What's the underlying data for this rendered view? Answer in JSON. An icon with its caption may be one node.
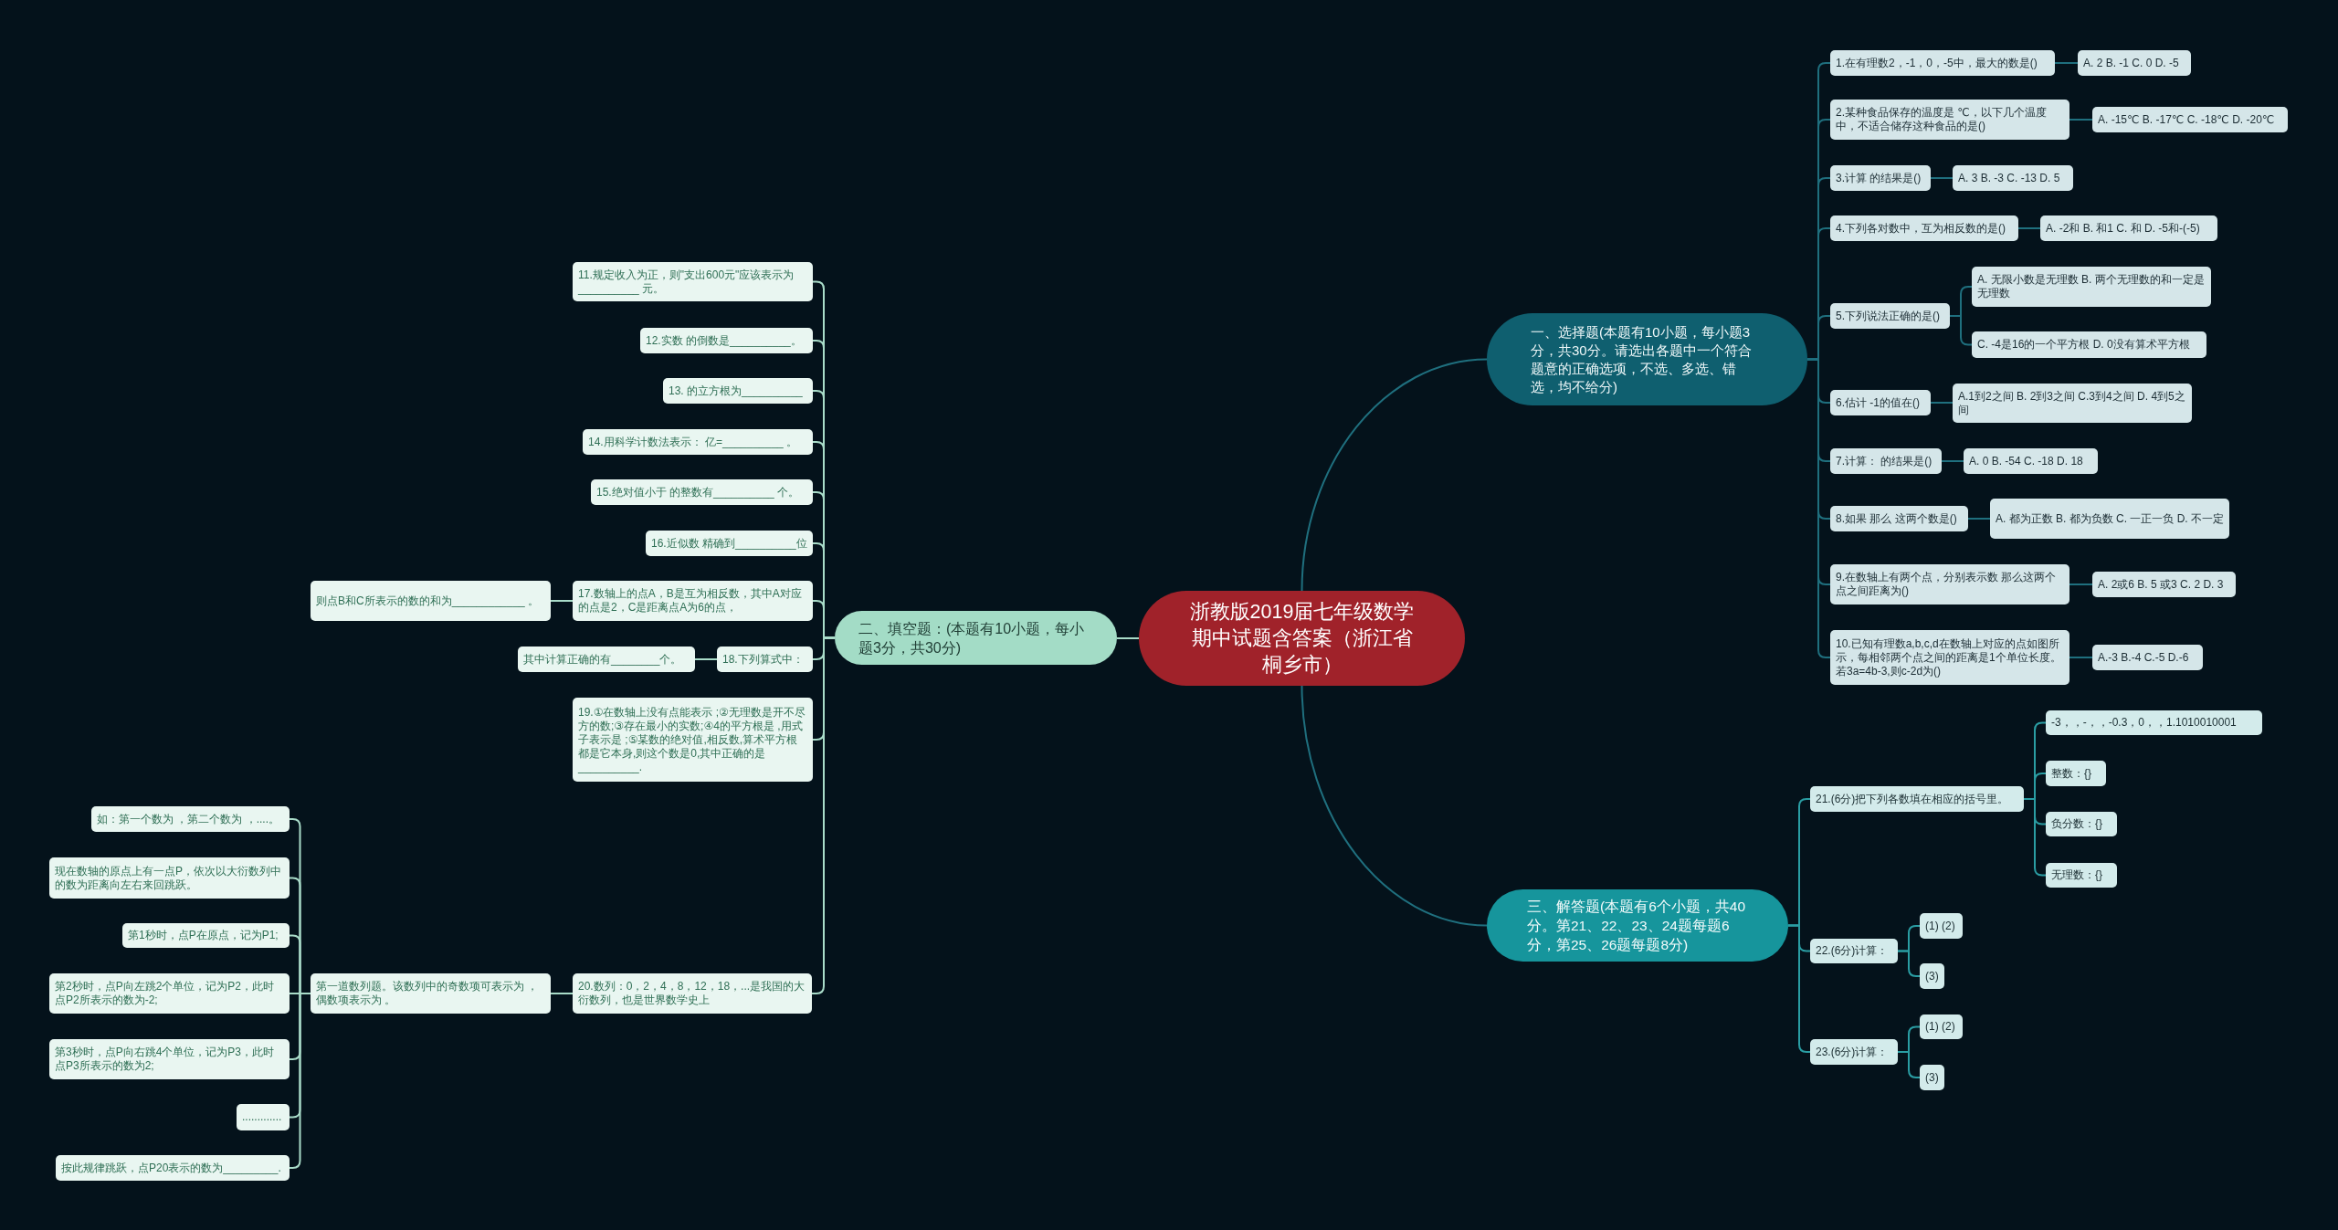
{
  "diagram": {
    "nodes": [
      {
        "text": [
          "浙教版2019届七年级数学期中试题含答案（浙江省桐乡市）"
        ]
      },
      {
        "text": [
          "一、选择题(本题有10小题，每小题3分，共30分。请选出各题中一个符合题意的正确选项，不选、多选、错选，均不给分)"
        ]
      },
      {
        "text": [
          "1.在有理数2，-1，0，-5中，最大的数是()"
        ]
      },
      {
        "text": [
          "A. 2 B. -1 C. 0 D. -5"
        ]
      },
      {
        "text": [
          "2.某种食品保存的温度是 ℃，以下几个温度中，不适合储存这种食品的是()"
        ]
      },
      {
        "text": [
          "A. -15℃ B. -17℃ C. -18℃ D. -20℃"
        ]
      },
      {
        "text": [
          "3.计算 的结果是()"
        ]
      },
      {
        "text": [
          "A. 3 B. -3 C. -13 D. 5"
        ]
      },
      {
        "text": [
          "4.下列各对数中，互为相反数的是()"
        ]
      },
      {
        "text": [
          "A. -2和 B. 和1 C. 和 D. -5和-(-5)"
        ]
      },
      {
        "text": [
          "5.下列说法正确的是()"
        ]
      },
      {
        "text": [
          "A. 无限小数是无理数 B. 两个无理数的和一定是无理数"
        ]
      },
      {
        "text": [
          "C. -4是16的一个平方根 D. 0没有算术平方根"
        ]
      },
      {
        "text": [
          "6.估计 -1的值在()"
        ]
      },
      {
        "text": [
          "A.1到2之间 B. 2到3之间 C.3到4之间 D. 4到5之间"
        ]
      },
      {
        "text": [
          "7.计算： 的结果是()"
        ]
      },
      {
        "text": [
          "A. 0 B. -54 C. -18 D. 18"
        ]
      },
      {
        "text": [
          "8.如果 那么 这两个数是()"
        ]
      },
      {
        "text": [
          "A. 都为正数 B. 都为负数 C. 一正一负 D. 不一定"
        ]
      },
      {
        "text": [
          "9.在数轴上有两个点，分别表示数 那么这两个点之间距离为()"
        ]
      },
      {
        "text": [
          "A. 2或6 B. 5 或3 C. 2 D. 3"
        ]
      },
      {
        "text": [
          "10.已知有理数a,b,c,d在数轴上对应的点如图所示，每相邻两个点之间的距离是1个单位长度。若3a=4b-3,则c-2d为()"
        ]
      },
      {
        "text": [
          "A.-3 B.-4 C.-5 D.-6"
        ]
      },
      {
        "text": [
          "二、填空题：(本题有10小题，每小题3分，共30分)"
        ]
      },
      {
        "text": [
          "11.规定收入为正，则\"支出600元\"应该表示为__________ 元。"
        ]
      },
      {
        "text": [
          "12.实数 的倒数是__________。"
        ]
      },
      {
        "text": [
          "13. 的立方根为__________"
        ]
      },
      {
        "text": [
          "14.用科学计数法表示： 亿=__________ 。"
        ]
      },
      {
        "text": [
          "15.绝对值小于 的整数有__________ 个。"
        ]
      },
      {
        "text": [
          "16.近似数 精确到__________位"
        ]
      },
      {
        "text": [
          "17.数轴上的点A，B是互为相反数，其中A对应的点是2，C是距离点A为6的点，"
        ]
      },
      {
        "text": [
          "则点B和C所表示的数的和为____________ 。"
        ]
      },
      {
        "text": [
          "18.下列算式中："
        ]
      },
      {
        "text": [
          "其中计算正确的有________个。"
        ]
      },
      {
        "text": [
          "19.①在数轴上没有点能表示 ;②无理数是开不尽方的数;③存在最小的实数;④4的平方根是 ,用式子表示是 ;⑤某数的绝对值,相反数,算术平方根都是它本身,则这个数是0,其中正确的是__________."
        ]
      },
      {
        "text": [
          "20.数列：0，2，4，8，12，18，...是我国的大衍数列，也是世界数学史上"
        ]
      },
      {
        "text": [
          "第一道数列题。该数列中的奇数项可表示为 ，偶数项表示为 。"
        ]
      },
      {
        "text": [
          "如：第一个数为 ，第二个数为 ，....。"
        ]
      },
      {
        "text": [
          "现在数轴的原点上有一点P，依次以大衍数列中的数为距离向左右来回跳跃。"
        ]
      },
      {
        "text": [
          "第1秒时，点P在原点，记为P1;"
        ]
      },
      {
        "text": [
          "第2秒时，点P向左跳2个单位，记为P2，此时点P2所表示的数为-2;"
        ]
      },
      {
        "text": [
          "第3秒时，点P向右跳4个单位，记为P3，此时点P3所表示的数为2;"
        ]
      },
      {
        "text": [
          "............."
        ]
      },
      {
        "text": [
          "按此规律跳跃，点P20表示的数为_________."
        ]
      },
      {
        "text": [
          "三、解答题(本题有6个小题，共40分。第21、22、23、24题每题6分，第25、26题每题8分)"
        ]
      },
      {
        "text": [
          "21.(6分)把下列各数填在相应的括号里。"
        ]
      },
      {
        "text": [
          "-3，，-，，-0.3，0，，1.1010010001"
        ]
      },
      {
        "text": [
          "整数：{}"
        ]
      },
      {
        "text": [
          "负分数：{}"
        ]
      },
      {
        "text": [
          "无理数：{}"
        ]
      },
      {
        "text": [
          "22.(6分)计算："
        ]
      },
      {
        "text": [
          "(1) (2)"
        ]
      },
      {
        "text": [
          "(3)"
        ]
      },
      {
        "text": [
          "23.(6分)计算："
        ]
      },
      {
        "text": [
          "(1) (2)"
        ]
      },
      {
        "text": [
          "(3)"
        ]
      }
    ],
    "edges": [
      {
        "from": 0,
        "to": 1,
        "arrow": "none"
      },
      {
        "from": 1,
        "to": 2,
        "arrow": "none"
      },
      {
        "from": 2,
        "to": 3,
        "arrow": "none"
      },
      {
        "from": 1,
        "to": 4,
        "arrow": "none"
      },
      {
        "from": 4,
        "to": 5,
        "arrow": "none"
      },
      {
        "from": 1,
        "to": 6,
        "arrow": "none"
      },
      {
        "from": 6,
        "to": 7,
        "arrow": "none"
      },
      {
        "from": 1,
        "to": 8,
        "arrow": "none"
      },
      {
        "from": 8,
        "to": 9,
        "arrow": "none"
      },
      {
        "from": 1,
        "to": 10,
        "arrow": "none"
      },
      {
        "from": 10,
        "to": 11,
        "arrow": "none"
      },
      {
        "from": 10,
        "to": 12,
        "arrow": "none"
      },
      {
        "from": 1,
        "to": 13,
        "arrow": "none"
      },
      {
        "from": 13,
        "to": 14,
        "arrow": "none"
      },
      {
        "from": 1,
        "to": 15,
        "arrow": "none"
      },
      {
        "from": 15,
        "to": 16,
        "arrow": "none"
      },
      {
        "from": 1,
        "to": 17,
        "arrow": "none"
      },
      {
        "from": 17,
        "to": 18,
        "arrow": "none"
      },
      {
        "from": 1,
        "to": 19,
        "arrow": "none"
      },
      {
        "from": 19,
        "to": 20,
        "arrow": "none"
      },
      {
        "from": 1,
        "to": 21,
        "arrow": "none"
      },
      {
        "from": 21,
        "to": 22,
        "arrow": "none"
      },
      {
        "from": 0,
        "to": 23,
        "arrow": "none",
        "color": "#a9dcc9"
      },
      {
        "from": 23,
        "to": 24,
        "arrow": "none",
        "color": "#a9dcc9"
      },
      {
        "from": 23,
        "to": 25,
        "arrow": "none",
        "color": "#a9dcc9"
      },
      {
        "from": 23,
        "to": 26,
        "arrow": "none",
        "color": "#a9dcc9"
      },
      {
        "from": 23,
        "to": 27,
        "arrow": "none",
        "color": "#a9dcc9"
      },
      {
        "from": 23,
        "to": 28,
        "arrow": "none",
        "color": "#a9dcc9"
      },
      {
        "from": 23,
        "to": 29,
        "arrow": "none",
        "color": "#a9dcc9"
      },
      {
        "from": 23,
        "to": 30,
        "arrow": "none",
        "color": "#a9dcc9"
      },
      {
        "from": 30,
        "to": 31,
        "arrow": "none",
        "color": "#a9dcc9"
      },
      {
        "from": 23,
        "to": 32,
        "arrow": "none",
        "color": "#a9dcc9"
      },
      {
        "from": 32,
        "to": 33,
        "arrow": "none",
        "color": "#a9dcc9"
      },
      {
        "from": 23,
        "to": 34,
        "arrow": "none",
        "color": "#a9dcc9"
      },
      {
        "from": 23,
        "to": 35,
        "arrow": "none",
        "color": "#a9dcc9"
      },
      {
        "from": 35,
        "to": 36,
        "arrow": "none",
        "color": "#a9dcc9"
      },
      {
        "from": 36,
        "to": 37,
        "arrow": "none",
        "color": "#a9dcc9"
      },
      {
        "from": 36,
        "to": 38,
        "arrow": "none",
        "color": "#a9dcc9"
      },
      {
        "from": 36,
        "to": 39,
        "arrow": "none",
        "color": "#a9dcc9"
      },
      {
        "from": 36,
        "to": 40,
        "arrow": "none",
        "color": "#a9dcc9"
      },
      {
        "from": 36,
        "to": 41,
        "arrow": "none",
        "color": "#a9dcc9"
      },
      {
        "from": 36,
        "to": 42,
        "arrow": "none",
        "color": "#a9dcc9"
      },
      {
        "from": 36,
        "to": 43,
        "arrow": "none",
        "color": "#a9dcc9"
      },
      {
        "from": 0,
        "to": 44,
        "arrow": "none"
      },
      {
        "from": 44,
        "to": 45,
        "arrow": "none",
        "color": "#2a9da3"
      },
      {
        "from": 45,
        "to": 46,
        "arrow": "none",
        "color": "#2a9da3"
      },
      {
        "from": 45,
        "to": 47,
        "arrow": "none",
        "color": "#2a9da3"
      },
      {
        "from": 45,
        "to": 48,
        "arrow": "none",
        "color": "#2a9da3"
      },
      {
        "from": 45,
        "to": 49,
        "arrow": "none",
        "color": "#2a9da3"
      },
      {
        "from": 44,
        "to": 50,
        "arrow": "none",
        "color": "#2a9da3"
      },
      {
        "from": 50,
        "to": 51,
        "arrow": "none",
        "color": "#2a9da3"
      },
      {
        "from": 50,
        "to": 52,
        "arrow": "none",
        "color": "#2a9da3"
      },
      {
        "from": 44,
        "to": 53,
        "arrow": "none",
        "color": "#2a9da3"
      },
      {
        "from": 53,
        "to": 54,
        "arrow": "none",
        "color": "#2a9da3"
      },
      {
        "from": 53,
        "to": 55,
        "arrow": "none",
        "color": "#2a9da3"
      }
    ]
  }
}
